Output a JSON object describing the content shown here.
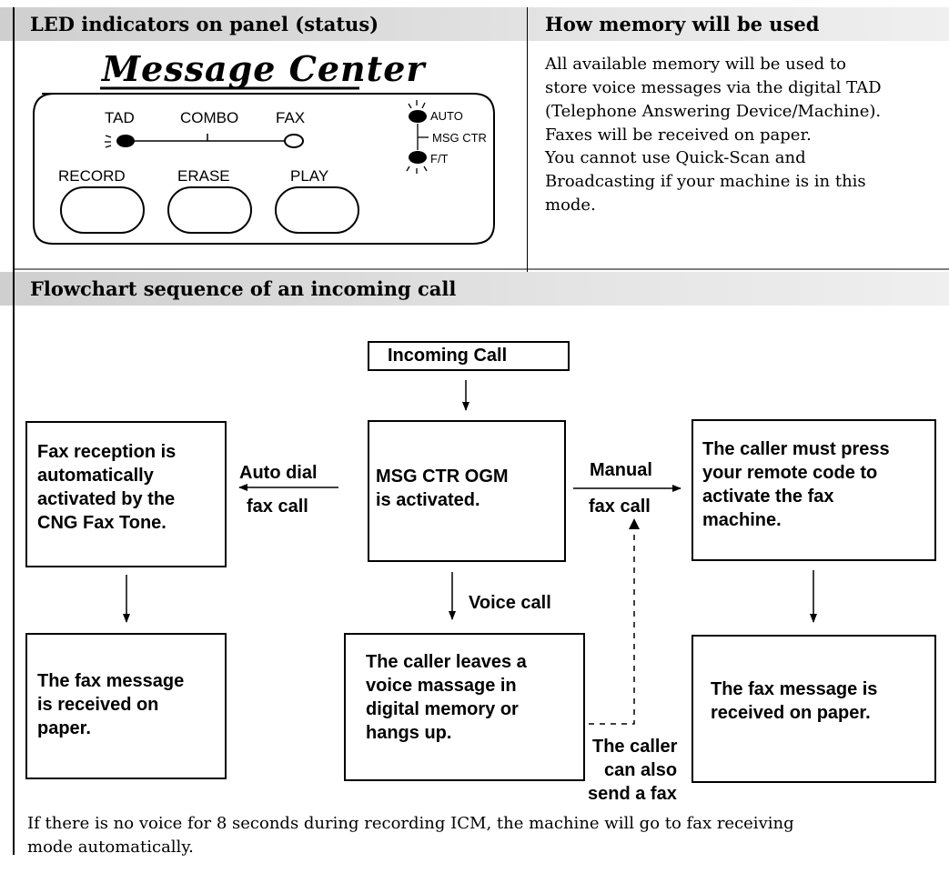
{
  "sections": {
    "led_title": "LED indicators on panel (status)",
    "memory_title": "How memory will be used",
    "flow_title": "Flowchart sequence of an incoming call"
  },
  "panel": {
    "brand": "Message Center",
    "tad": "TAD",
    "combo": "COMBO",
    "fax": "FAX",
    "record": "RECORD",
    "erase": "ERASE",
    "play": "PLAY",
    "auto": "AUTO",
    "msg_ctr": "MSG CTR",
    "ft": "F/T"
  },
  "memory_lines": [
    "All available memory will be used to",
    "store voice messages via the digital TAD",
    "(Telephone Answering Device/Machine).",
    "Faxes will be received on paper.",
    "You cannot use Quick-Scan and",
    "Broadcasting if your machine is in this",
    "mode."
  ],
  "flowchart": {
    "incoming": "Incoming Call",
    "left_top": [
      "Fax reception is",
      "automatically",
      "activated by the",
      "CNG Fax Tone."
    ],
    "center_top": [
      "MSG CTR OGM",
      "is activated."
    ],
    "right_top": [
      "The caller must press",
      "your remote code to",
      "activate the fax",
      "machine."
    ],
    "auto_dial": "Auto dial",
    "fax_call_left": "fax call",
    "manual": "Manual",
    "fax_call_right": "fax call",
    "voice_call": "Voice call",
    "left_bottom": [
      "The fax message",
      "is received on",
      "paper."
    ],
    "center_bottom": [
      "The caller leaves a",
      "voice massage in",
      "digital memory or",
      "hangs up."
    ],
    "also_fax": [
      "The caller",
      "can also",
      "send a fax"
    ],
    "right_bottom": [
      "The fax message is",
      "received on paper."
    ]
  },
  "footer_lines": [
    "If there is no voice for 8 seconds during recording ICM, the machine will go to fax receiving",
    "mode automatically."
  ]
}
